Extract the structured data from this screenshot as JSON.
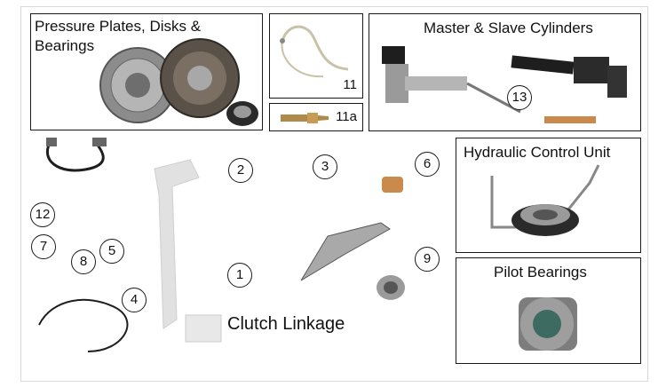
{
  "panels": {
    "clutch": {
      "title_line1": "Pressure Plates, Disks &",
      "title_line2": "Bearings"
    },
    "cable": {
      "part_number": "11"
    },
    "bleeder": {
      "part_number": "11a"
    },
    "cylinders": {
      "title": "Master & Slave Cylinders",
      "callout": "13"
    },
    "hcu": {
      "title": "Hydraulic Control Unit"
    },
    "pilot": {
      "title": "Pilot Bearings"
    }
  },
  "linkage": {
    "caption": "Clutch Linkage",
    "callouts": [
      "1",
      "2",
      "3",
      "5",
      "6",
      "7",
      "8",
      "9",
      "12",
      "4"
    ]
  },
  "colors": {
    "border": "#1a1a1a",
    "chrome": "#9a9a9a",
    "copper": "#c98a4b",
    "rubber": "#1e1e1e"
  }
}
